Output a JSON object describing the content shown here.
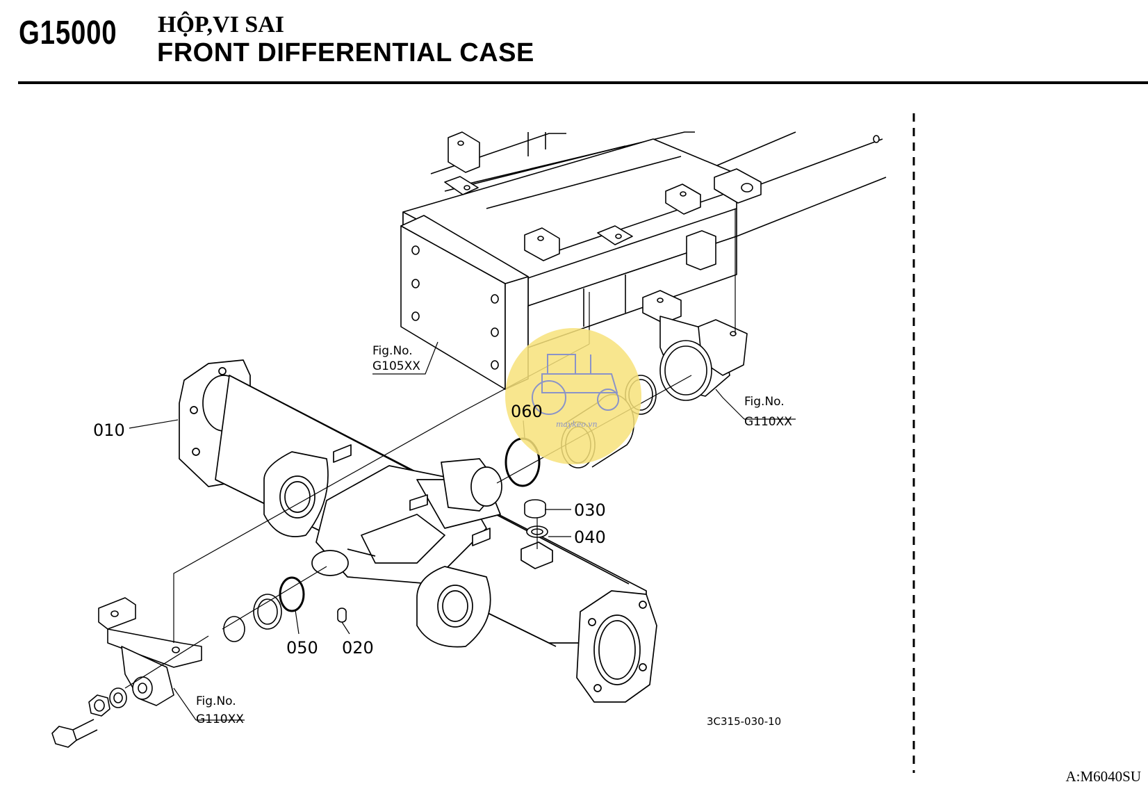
{
  "header": {
    "figure_code": "G15000",
    "title_vn": "HỘP,VI SAI",
    "title_en": "FRONT DIFFERENTIAL CASE"
  },
  "callouts": {
    "p010": "010",
    "p020": "020",
    "p030": "030",
    "p040": "040",
    "p050": "050",
    "p060": "060"
  },
  "figure_refs": {
    "frame": {
      "label": "Fig.No.",
      "number": "G105XX"
    },
    "bracket_right": {
      "label": "Fig.No.",
      "number": "G110XX"
    },
    "bracket_left": {
      "label": "Fig.No.",
      "number": "G110XX"
    }
  },
  "drawing_number": "3C315-030-10",
  "model_code": "A:M6040SU",
  "watermark": {
    "color": "#f7e27a",
    "icon": "tractor-icon"
  }
}
